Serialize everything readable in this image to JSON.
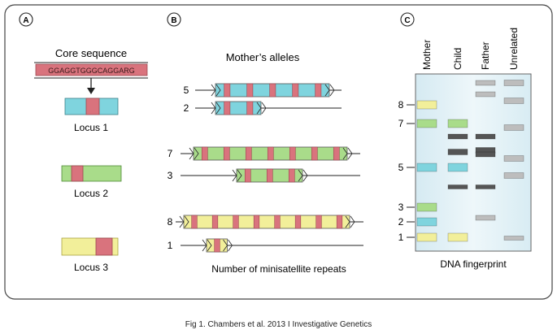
{
  "panels": {
    "a": "A",
    "b": "B",
    "c": "C"
  },
  "panel_a": {
    "core_title": "Core sequence",
    "core_sequence": "GGAGGTGGGCAGGARG",
    "loci": [
      {
        "label": "Locus 1",
        "color": "#7fd4de"
      },
      {
        "label": "Locus 2",
        "color": "#a9dc8a"
      },
      {
        "label": "Locus 3",
        "color": "#f2ef9a"
      }
    ]
  },
  "panel_b": {
    "title": "Mother’s alleles",
    "footer": "Number of minisatellite repeats",
    "groups": [
      {
        "color": "#7fd4de",
        "alleles": [
          {
            "label": "5",
            "repeats": 5
          },
          {
            "label": "2",
            "repeats": 2
          }
        ]
      },
      {
        "color": "#a9dc8a",
        "alleles": [
          {
            "label": "7",
            "repeats": 7
          },
          {
            "label": "3",
            "repeats": 3
          }
        ]
      },
      {
        "color": "#f2ef9a",
        "alleles": [
          {
            "label": "8",
            "repeats": 8
          },
          {
            "label": "1",
            "repeats": 1
          }
        ]
      }
    ]
  },
  "panel_c": {
    "title": "DNA fingerprint",
    "lanes": [
      "Mother",
      "Child",
      "Father",
      "Unrelated"
    ],
    "size_labels": [
      "8",
      "7",
      "5",
      "3",
      "2",
      "1"
    ],
    "mother_bands": [
      {
        "size": 8,
        "color": "#f2ef9a"
      },
      {
        "size": 7,
        "color": "#a9dc8a"
      },
      {
        "size": 5,
        "color": "#7fd4de"
      },
      {
        "size": 3,
        "color": "#a9dc8a"
      },
      {
        "size": 2,
        "color": "#7fd4de"
      },
      {
        "size": 1,
        "color": "#f2ef9a"
      }
    ],
    "child_bands": [
      {
        "size": 7,
        "color": "#a9dc8a"
      },
      {
        "size": 5,
        "color": "#7fd4de"
      },
      {
        "size": 1,
        "color": "#f2ef9a"
      }
    ]
  },
  "colors": {
    "repeat_unit": "#d9737d",
    "gel": "#e3f1f6",
    "dark_band": "#555555",
    "light_band": "#bdbdbd"
  },
  "caption": "Fig 1.  Chambers et al.  2013 I Investigative Genetics"
}
